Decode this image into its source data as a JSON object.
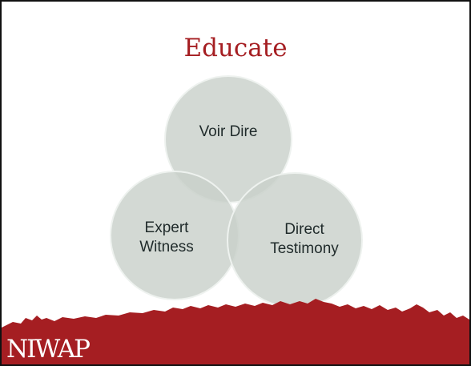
{
  "slide": {
    "title": "Educate",
    "circles": [
      {
        "label": "Voir Dire"
      },
      {
        "label": "Expert\nWitness"
      },
      {
        "label": "Direct\nTestimony"
      }
    ],
    "logo": "NIWAP"
  },
  "colors": {
    "title": "#a51e22",
    "band": "#a51e22",
    "circle_fill": "#c9d1cb",
    "circle_stroke": "#eef2ef",
    "text": "#1f2a2a"
  }
}
